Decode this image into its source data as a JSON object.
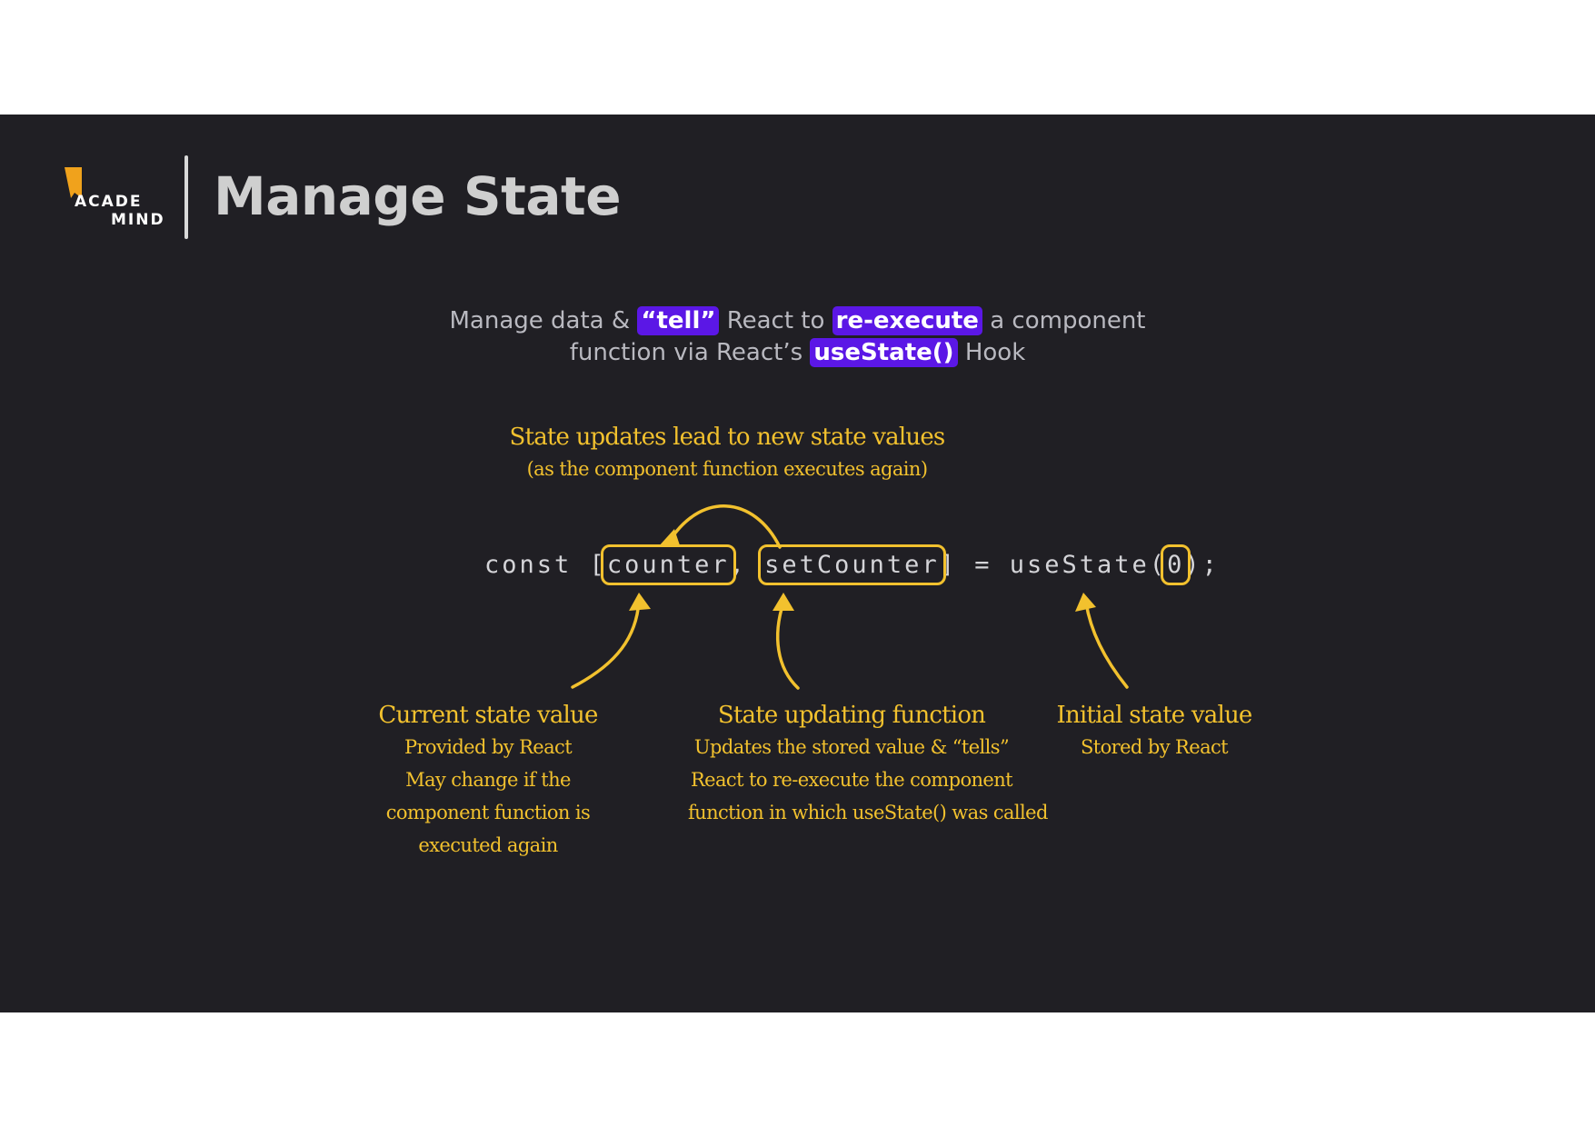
{
  "logo": {
    "line1": "ACADE",
    "line2": "MIND",
    "accent": "#f0a21c"
  },
  "title": "Manage State",
  "subtitle": {
    "p1": "Manage data & ",
    "h1": "“tell”",
    "p2": " React to ",
    "h2": "re-execute",
    "p3": " a component",
    "p4": "function via React’s ",
    "h3": "useState()",
    "p5": " Hook"
  },
  "code": {
    "const": "const",
    "open": "[",
    "counter": "counter",
    "comma": ",",
    "setCounter": "setCounter",
    "close": "]",
    "equals": "=",
    "fn": "useState(",
    "zero": "0",
    "end": ");"
  },
  "annotations": {
    "top": {
      "title": "State updates lead to new state values",
      "sub": "(as the component function executes again)"
    },
    "current": {
      "title": "Current state value",
      "line1": "Provided by React",
      "line2": "May change if the",
      "line3": "component function is",
      "line4": "executed again"
    },
    "updating": {
      "title": "State updating function",
      "line1": "Updates the stored value & “tells”",
      "line2": "React to re-execute the component",
      "line3": "function in which useState() was called"
    },
    "initial": {
      "title": "Initial state value",
      "line1": "Stored by React"
    }
  },
  "colors": {
    "background": "#201f24",
    "highlight": "#5b17e6",
    "annotation": "#f2c12e",
    "text": "#b9b9c0"
  }
}
